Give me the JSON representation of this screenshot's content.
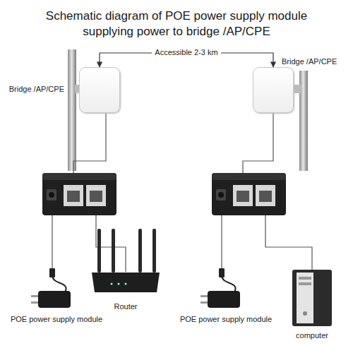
{
  "diagram": {
    "title": "Schematic diagram of POE power supply module supplying power to bridge /AP/CPE",
    "nodes": [
      {
        "text": [
          "Bridge /AP/CPE"
        ]
      },
      {
        "text": [
          "Bridge /AP/CPE"
        ]
      },
      {
        "text": [
          "POE power supply module"
        ]
      },
      {
        "text": [
          "Router"
        ]
      },
      {
        "text": [
          "POE power supply module"
        ]
      },
      {
        "text": [
          "computer"
        ]
      }
    ],
    "edges": [
      {
        "from": 0,
        "to": 1,
        "label": "Accessible 2-3 km",
        "arrow": "both"
      }
    ]
  }
}
